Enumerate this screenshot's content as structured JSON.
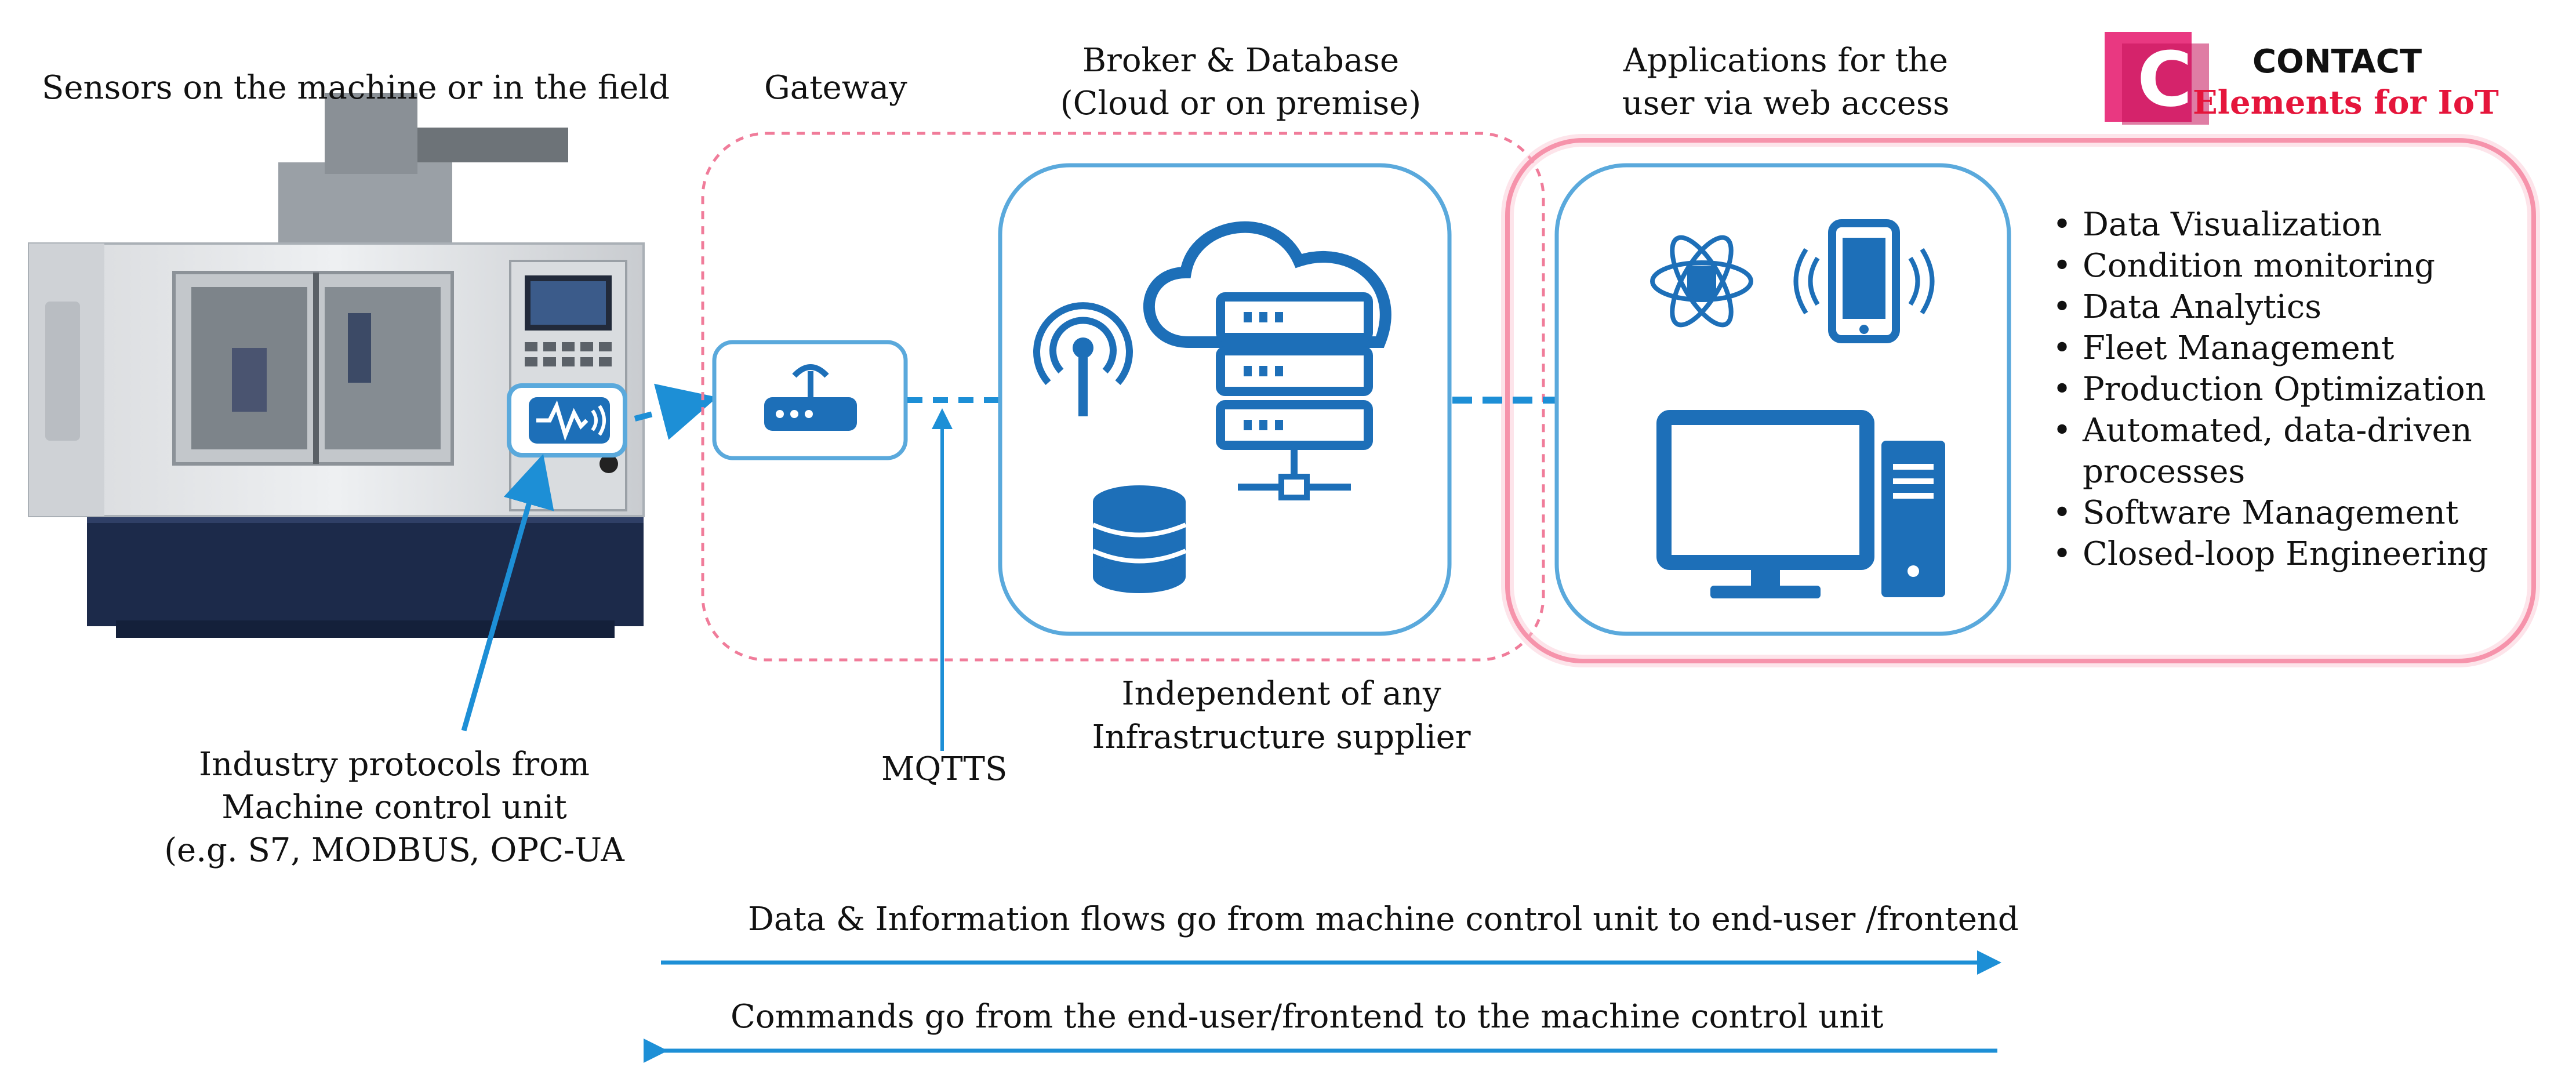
{
  "labels": {
    "sensors": "Sensors on the machine or in the field",
    "gateway": "Gateway",
    "broker_line1": "Broker & Database",
    "broker_line2": "(Cloud or on premise)",
    "apps_line1": "Applications for the",
    "apps_line2": "user via web access",
    "protocols_line1": "Industry protocols from",
    "protocols_line2": "Machine control unit",
    "protocols_line3": "(e.g. S7, MODBUS, OPC-UA",
    "mqtts": "MQTTS",
    "independent_line1": "Independent of any",
    "independent_line2": "Infrastructure supplier"
  },
  "logo": {
    "letter": "C",
    "word": "CONTACT",
    "tagline": "Elements for IoT"
  },
  "features": [
    "Data Visualization",
    "Condition monitoring",
    "Data Analytics",
    "Fleet Management",
    "Production Optimization",
    "Automated, data-driven",
    "processes",
    "Software Management",
    "Closed-loop Engineering"
  ],
  "flows": {
    "data_flow": "Data & Information flows go from machine control unit to end-user /frontend",
    "commands_flow": "Commands go from the end-user/frontend to the machine control unit"
  },
  "colors": {
    "blue": "#1d6fb8",
    "light_blue": "#5aa9dc",
    "pink_dashed": "#f07c9a",
    "pink_solid": "#f36c8d",
    "logo_magenta": "#e5156b",
    "tagline_red": "#e5153b"
  }
}
